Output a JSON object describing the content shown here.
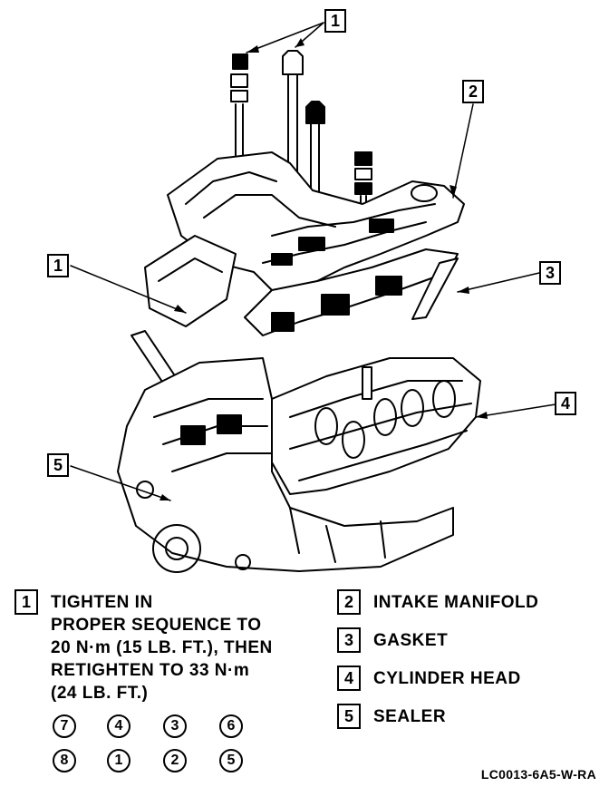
{
  "callouts": {
    "c1_top": "1",
    "c2": "2",
    "c1_left": "1",
    "c3": "3",
    "c4": "4",
    "c5": "5"
  },
  "legend": {
    "item1": {
      "number": "1",
      "lines": [
        "TIGHTEN IN",
        "PROPER SEQUENCE TO",
        "20 N·m (15 LB. FT.), THEN",
        "RETIGHTEN TO 33 N·m",
        "(24 LB. FT.)"
      ]
    },
    "item2": {
      "number": "2",
      "label": "INTAKE MANIFOLD"
    },
    "item3": {
      "number": "3",
      "label": "GASKET"
    },
    "item4": {
      "number": "4",
      "label": "CYLINDER HEAD"
    },
    "item5": {
      "number": "5",
      "label": "SEALER"
    }
  },
  "sequence": {
    "row1": [
      "7",
      "4",
      "3",
      "6"
    ],
    "row2": [
      "8",
      "1",
      "2",
      "5"
    ]
  },
  "figure_code": "LC0013-6A5-W-RA"
}
